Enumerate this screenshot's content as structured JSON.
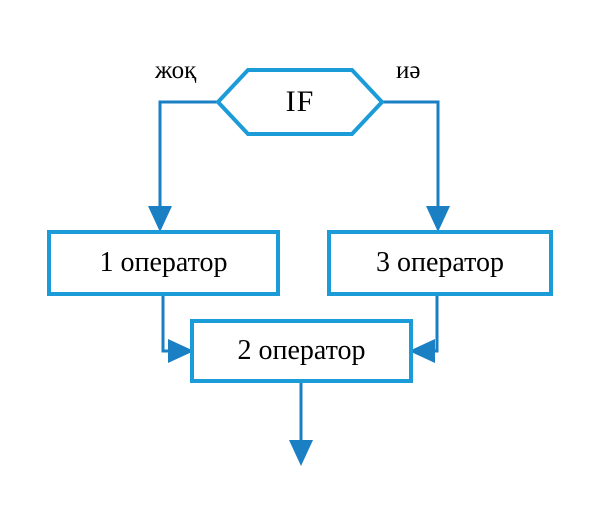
{
  "diagram": {
    "title": "IF branching flowchart",
    "language": "kk",
    "colors": {
      "stroke": "#1B9BD8",
      "arrow_fill": "#1B7FC4",
      "text": "#000000",
      "background": "#FFFFFF"
    },
    "decision": {
      "label": "IF",
      "shape": "hexagon"
    },
    "branch_labels": {
      "no": "жоқ",
      "yes": "иә"
    },
    "nodes": [
      {
        "id": "op1",
        "label": "1 оператор",
        "shape": "rectangle"
      },
      {
        "id": "op3",
        "label": "3 оператор",
        "shape": "rectangle"
      },
      {
        "id": "op2",
        "label": "2 оператор",
        "shape": "rectangle"
      }
    ],
    "connectors": [
      {
        "from": "decision",
        "to": "op1",
        "branch": "жоқ",
        "arrow": true
      },
      {
        "from": "decision",
        "to": "op3",
        "branch": "иә",
        "arrow": true
      },
      {
        "from": "op1",
        "to": "op2",
        "arrow": true
      },
      {
        "from": "op3",
        "to": "op2",
        "arrow": true
      },
      {
        "from": "op2",
        "to": "exit",
        "arrow": true
      }
    ]
  }
}
